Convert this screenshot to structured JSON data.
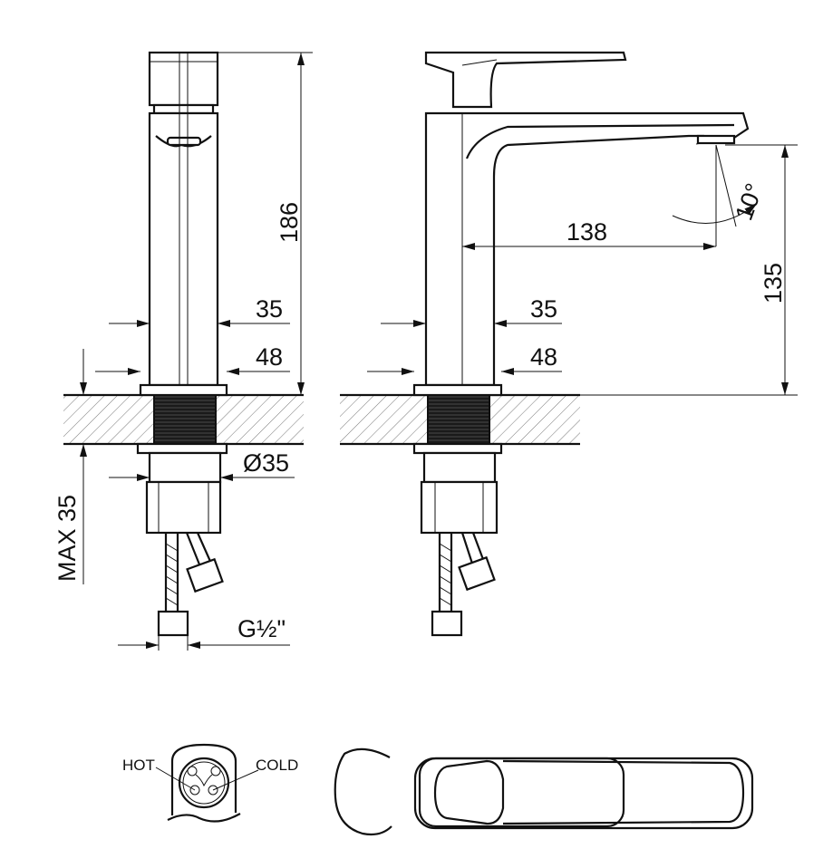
{
  "drawing": {
    "side_view": {
      "height_label": "186",
      "body_width_label": "35",
      "base_width_label": "48",
      "shank_diameter_label": "Ø35",
      "counter_thickness_label": "MAX 35",
      "connection_label": "G½\""
    },
    "front_view": {
      "spout_reach_label": "138",
      "spout_height_label": "135",
      "spout_angle_label": "10°",
      "body_width_label": "35",
      "base_width_label": "48"
    },
    "cartridge_view": {
      "hot_label": "HOT",
      "cold_label": "COLD"
    }
  }
}
